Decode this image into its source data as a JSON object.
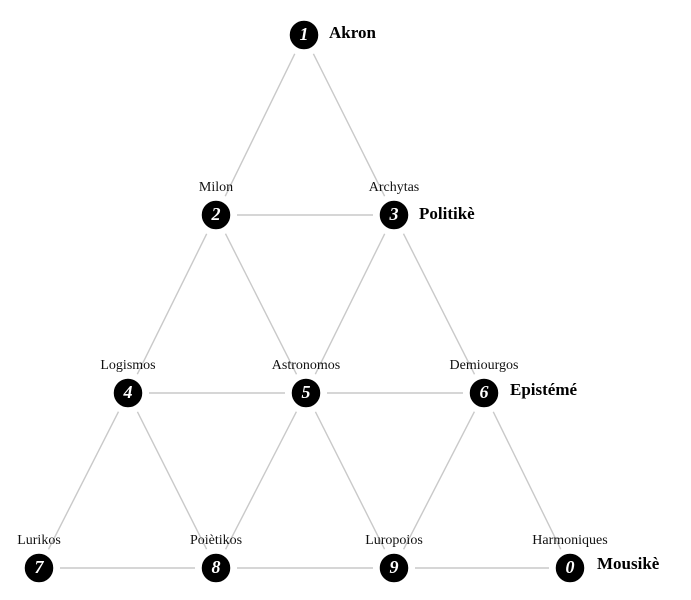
{
  "colors": {
    "node_fill": "#000000",
    "edge": "#c9c9c9",
    "text": "#111111"
  },
  "diagram": {
    "nodes": [
      {
        "id": "1",
        "number": "1",
        "label": ""
      },
      {
        "id": "2",
        "number": "2",
        "label": "Milon"
      },
      {
        "id": "3",
        "number": "3",
        "label": "Archytas"
      },
      {
        "id": "4",
        "number": "4",
        "label": "Logismos"
      },
      {
        "id": "5",
        "number": "5",
        "label": "Astronomos"
      },
      {
        "id": "6",
        "number": "6",
        "label": "Demiourgos"
      },
      {
        "id": "7",
        "number": "7",
        "label": "Lurikos"
      },
      {
        "id": "8",
        "number": "8",
        "label": "Poiètikos"
      },
      {
        "id": "9",
        "number": "9",
        "label": "Luropoios"
      },
      {
        "id": "0",
        "number": "0",
        "label": "Harmoniques"
      }
    ],
    "row_labels": [
      "Akron",
      "Politikè",
      "Epistémé",
      "Mousikè"
    ],
    "edges": [
      [
        "1",
        "2"
      ],
      [
        "1",
        "3"
      ],
      [
        "2",
        "3"
      ],
      [
        "2",
        "4"
      ],
      [
        "2",
        "5"
      ],
      [
        "3",
        "5"
      ],
      [
        "3",
        "6"
      ],
      [
        "4",
        "5"
      ],
      [
        "5",
        "6"
      ],
      [
        "4",
        "7"
      ],
      [
        "4",
        "8"
      ],
      [
        "5",
        "8"
      ],
      [
        "5",
        "9"
      ],
      [
        "6",
        "9"
      ],
      [
        "6",
        "0"
      ],
      [
        "7",
        "8"
      ],
      [
        "8",
        "9"
      ],
      [
        "9",
        "0"
      ]
    ]
  }
}
